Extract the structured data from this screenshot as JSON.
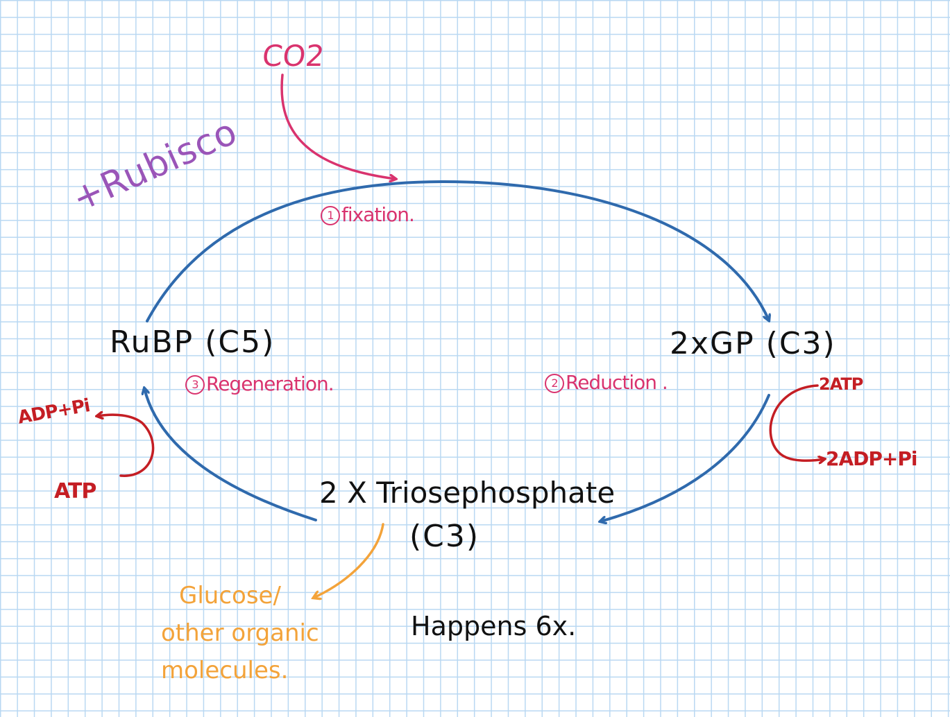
{
  "molecules": {
    "co2": "CO2",
    "rubp": "RuBP (C5)",
    "gp": "2xGP (C3)",
    "triose_line1": "2 X Triosephosphate",
    "triose_line2": "(C3)"
  },
  "enzyme": "+Rubisco",
  "steps": {
    "fixation": {
      "number": "1",
      "label": "fixation."
    },
    "reduction": {
      "number": "2",
      "label": "Reduction ."
    },
    "regeneration": {
      "number": "3",
      "label": "Regeneration."
    }
  },
  "energy": {
    "reduction_in": "2ATP",
    "reduction_out": "2ADP+Pi",
    "regeneration_in": "ATP",
    "regeneration_out": "ADP+Pi"
  },
  "product": {
    "line1": "Glucose/",
    "line2": "other organic",
    "line3": "molecules."
  },
  "note": "Happens 6x.",
  "colors": {
    "cycle": "#2f6aad",
    "co2": "#d9336e",
    "energy": "#c41e24",
    "enzyme": "#9a55b8",
    "product": "#f3a33a"
  }
}
